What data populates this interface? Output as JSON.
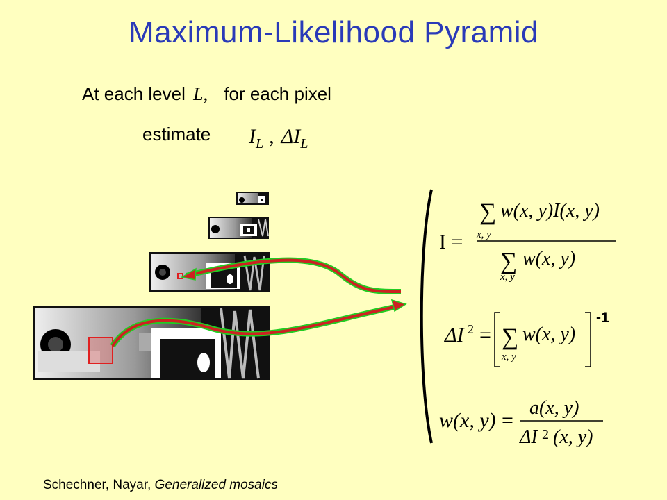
{
  "slide": {
    "title": "Maximum-Likelihood Pyramid",
    "line1": {
      "prefix": "At each level",
      "level_var": "L",
      "comma": ",",
      "suffix": "for each pixel"
    },
    "line2": {
      "label": "estimate",
      "var_I": "I",
      "sub_L1": "L",
      "separator": ",",
      "var_dI": "ΔI",
      "sub_L2": "L"
    },
    "footer": {
      "authors": "Schechner, Nayar,",
      "work": "Generalized mosaics"
    }
  },
  "equations": {
    "eq1": {
      "lhs": "I =",
      "sum": "∑",
      "sum_index": "x, y",
      "numerator_term": "w(x, y)I(x, y)",
      "denominator_term": "w(x, y)"
    },
    "eq2": {
      "lhs_base": "ΔI",
      "lhs_exp": "2",
      "equals": "=",
      "sum": "∑",
      "sum_index": "x, y",
      "term": "w(x, y)",
      "exponent": "-1"
    },
    "eq3": {
      "lhs": "w(x, y)",
      "equals": "=",
      "numerator": "a(x, y)",
      "denominator_base": "ΔI",
      "denominator_exp": "2",
      "denominator_args": "(x, y)"
    }
  },
  "colors": {
    "title": "#2a3ab8",
    "background": "#ffffc0",
    "highlight_box": "#e02020",
    "arrow_outer": "#22cc22",
    "arrow_inner": "#cc2222"
  }
}
